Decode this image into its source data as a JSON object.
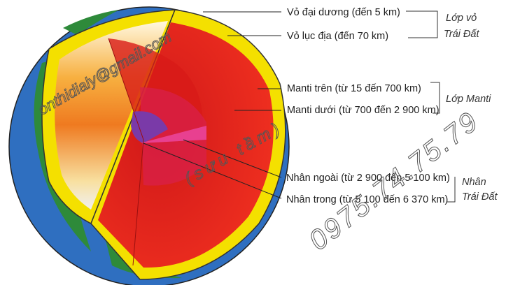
{
  "labels": {
    "oceanic_crust": "Vỏ đại dương (đến 5 km)",
    "continental_crust": "Vỏ lục địa (đến 70 km)",
    "upper_mantle": "Manti trên (từ 15 đến 700 km)",
    "lower_mantle": "Manti dưới (từ 700 đến 2 900 km)",
    "outer_core": "Nhân ngoài (từ 2 900 đến 5 100 km)",
    "inner_core": "Nhân trong (từ 5 100 đến 6 370 km)"
  },
  "groups": {
    "crust": [
      "Lớp vỏ",
      "Trái Đất"
    ],
    "mantle": "Lớp Manti",
    "core": [
      "Nhân",
      "Trái Đất"
    ]
  },
  "watermarks": {
    "email": "onthidialy@gmail.com",
    "note": "(sưu tầm)",
    "phone": "0975.74.75.79"
  },
  "colors": {
    "ocean": "#2f6fc0",
    "land": "#2e8a3a",
    "crust": "#f5e400",
    "mantle": "#e8231c",
    "outer_core": "#e0306a",
    "inner_core": "#7a3aa8"
  }
}
